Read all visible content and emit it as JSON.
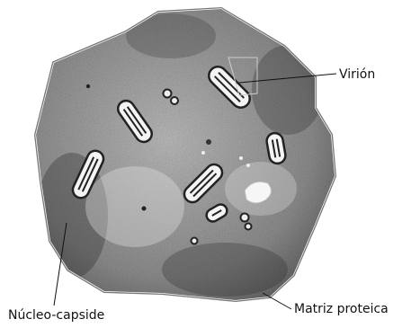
{
  "labels": {
    "virion": "Virión",
    "nucleocapside": "Núcleo-capside",
    "matriz": "Matriz proteica"
  },
  "colors": {
    "ink": "#111111",
    "body_fill": "#9a9a9a",
    "body_dark": "#4a4a4a",
    "membrane": "#555555",
    "highlight": "#f2f2f2"
  }
}
